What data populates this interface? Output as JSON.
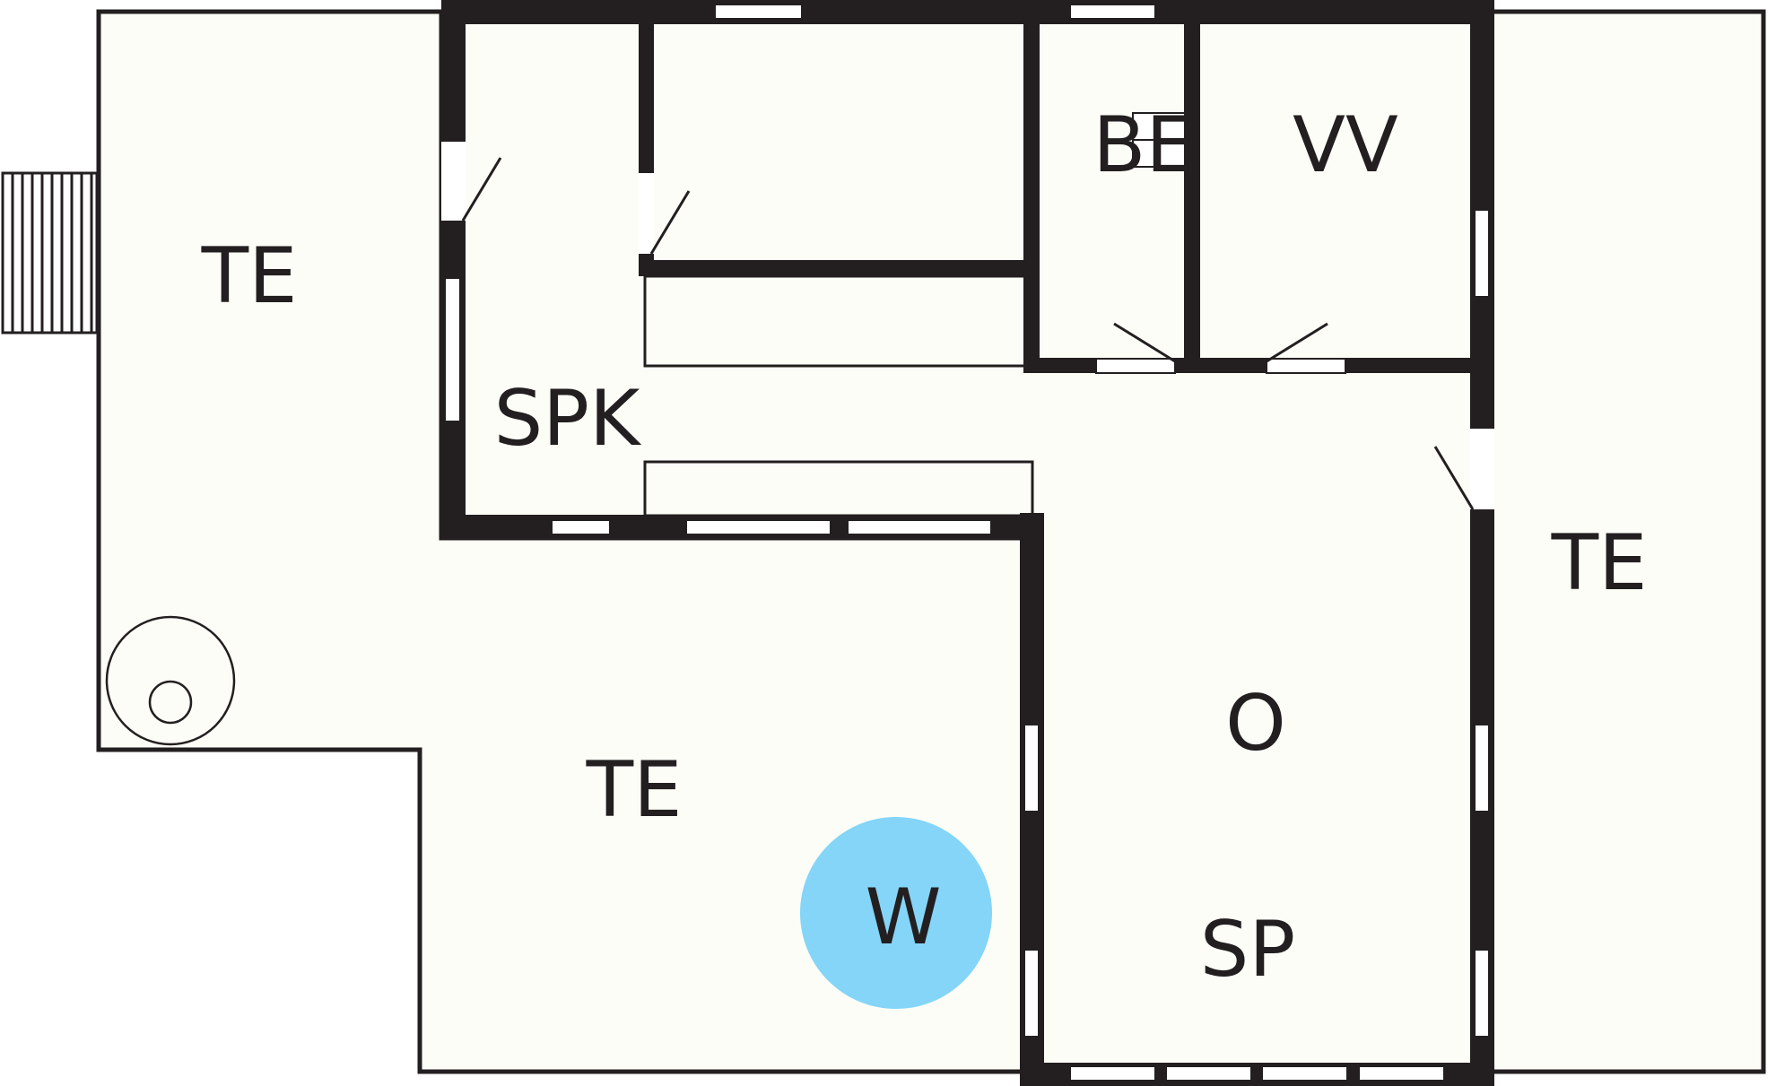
{
  "labels": {
    "te_left": "TE",
    "te_bottom": "TE",
    "te_right": "TE",
    "spk": "SPK",
    "be": "BE",
    "vv": "VV",
    "o": "O",
    "sp": "SP",
    "w": "W"
  },
  "colors": {
    "wall": "#231f20",
    "floor": "#fdfdf8",
    "marker": "#84d5f8"
  },
  "icons": {
    "marker": "circle-marker",
    "grill": "round-grill-icon",
    "steps": "steps-icon"
  }
}
